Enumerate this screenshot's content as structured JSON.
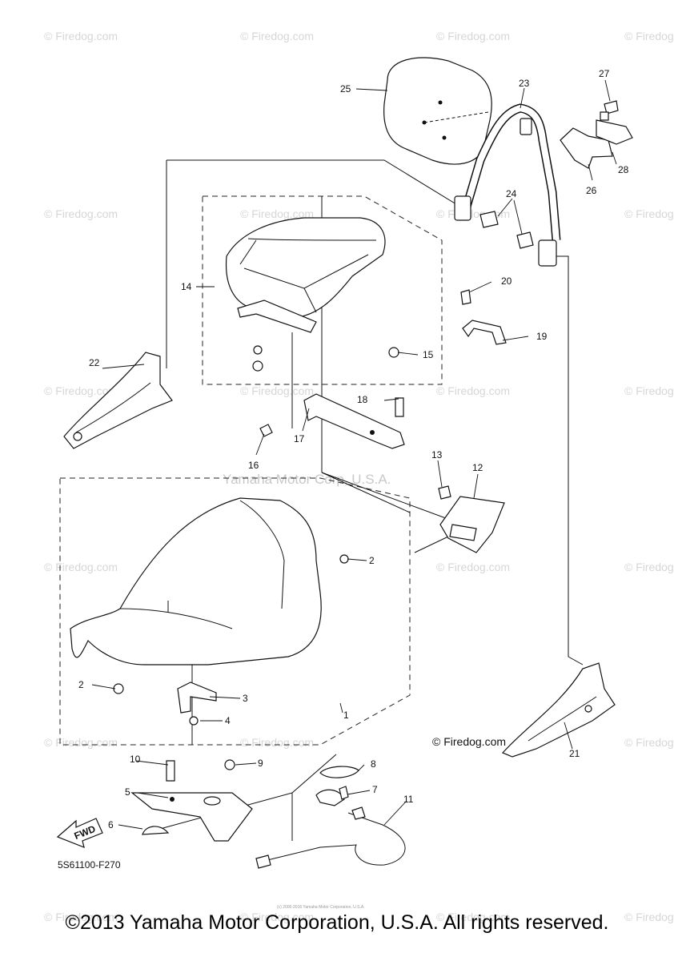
{
  "watermark_text": "© Firedog.com",
  "center_watermark": "Yamaha Motor Corp, U.S.A.",
  "firedog_label": "© Firedog.com",
  "fwd_label": "FWD",
  "diagram_code": "5S61100-F270",
  "copyright": "©2013 Yamaha Motor Corporation, U.S.A. All rights reserved.",
  "tiny_note": "(c) 2005-2016 Yamaha Motor Corporation, U.S.A.",
  "parts": [
    {
      "id": "1",
      "label": "1"
    },
    {
      "id": "2a",
      "label": "2"
    },
    {
      "id": "2b",
      "label": "2"
    },
    {
      "id": "3",
      "label": "3"
    },
    {
      "id": "4",
      "label": "4"
    },
    {
      "id": "5",
      "label": "5"
    },
    {
      "id": "6",
      "label": "6"
    },
    {
      "id": "7",
      "label": "7"
    },
    {
      "id": "8",
      "label": "8"
    },
    {
      "id": "9",
      "label": "9"
    },
    {
      "id": "10",
      "label": "10"
    },
    {
      "id": "11",
      "label": "11"
    },
    {
      "id": "12",
      "label": "12"
    },
    {
      "id": "13",
      "label": "13"
    },
    {
      "id": "14",
      "label": "14"
    },
    {
      "id": "15",
      "label": "15"
    },
    {
      "id": "16",
      "label": "16"
    },
    {
      "id": "17",
      "label": "17"
    },
    {
      "id": "18",
      "label": "18"
    },
    {
      "id": "19",
      "label": "19"
    },
    {
      "id": "20",
      "label": "20"
    },
    {
      "id": "21",
      "label": "21"
    },
    {
      "id": "22",
      "label": "22"
    },
    {
      "id": "23",
      "label": "23"
    },
    {
      "id": "24",
      "label": "24"
    },
    {
      "id": "25",
      "label": "25"
    },
    {
      "id": "26",
      "label": "26"
    },
    {
      "id": "27",
      "label": "27"
    },
    {
      "id": "28",
      "label": "28"
    }
  ]
}
